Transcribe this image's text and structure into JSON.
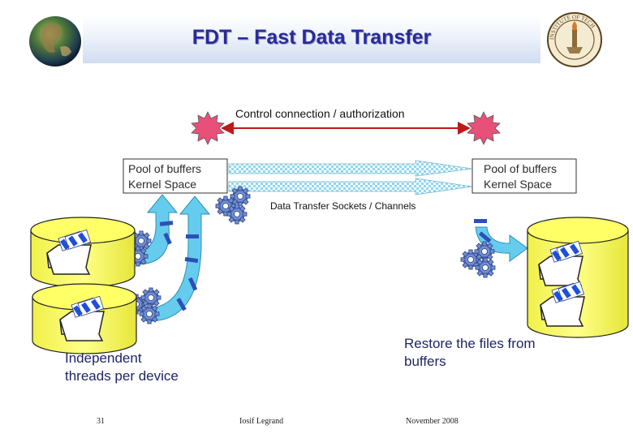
{
  "title": "FDT – Fast Data Transfer",
  "labels": {
    "control": "Control connection / authorization",
    "pool_left_line1": "Pool of buffers",
    "pool_left_line2": "Kernel Space",
    "pool_right_line1": "Pool of buffers",
    "pool_right_line2": "Kernel Space",
    "sockets": "Data Transfer Sockets / Channels",
    "independent_line1": "Independent",
    "independent_line2": "threads per device",
    "restore_line1": "Restore the files from",
    "restore_line2": "buffers"
  },
  "footer": {
    "page": "31",
    "author": "Iosif Legrand",
    "date": "November 2008"
  },
  "colors": {
    "title": "#2a2a9c",
    "label_dark_blue": "#1f2466",
    "starburst": "#e8507a",
    "control_arrow": "#c01818",
    "disk": "#ffff66",
    "flow_arrow": "#66ccee",
    "gear": "#6f8fd6",
    "channel_segment": "#2d4fb8"
  }
}
